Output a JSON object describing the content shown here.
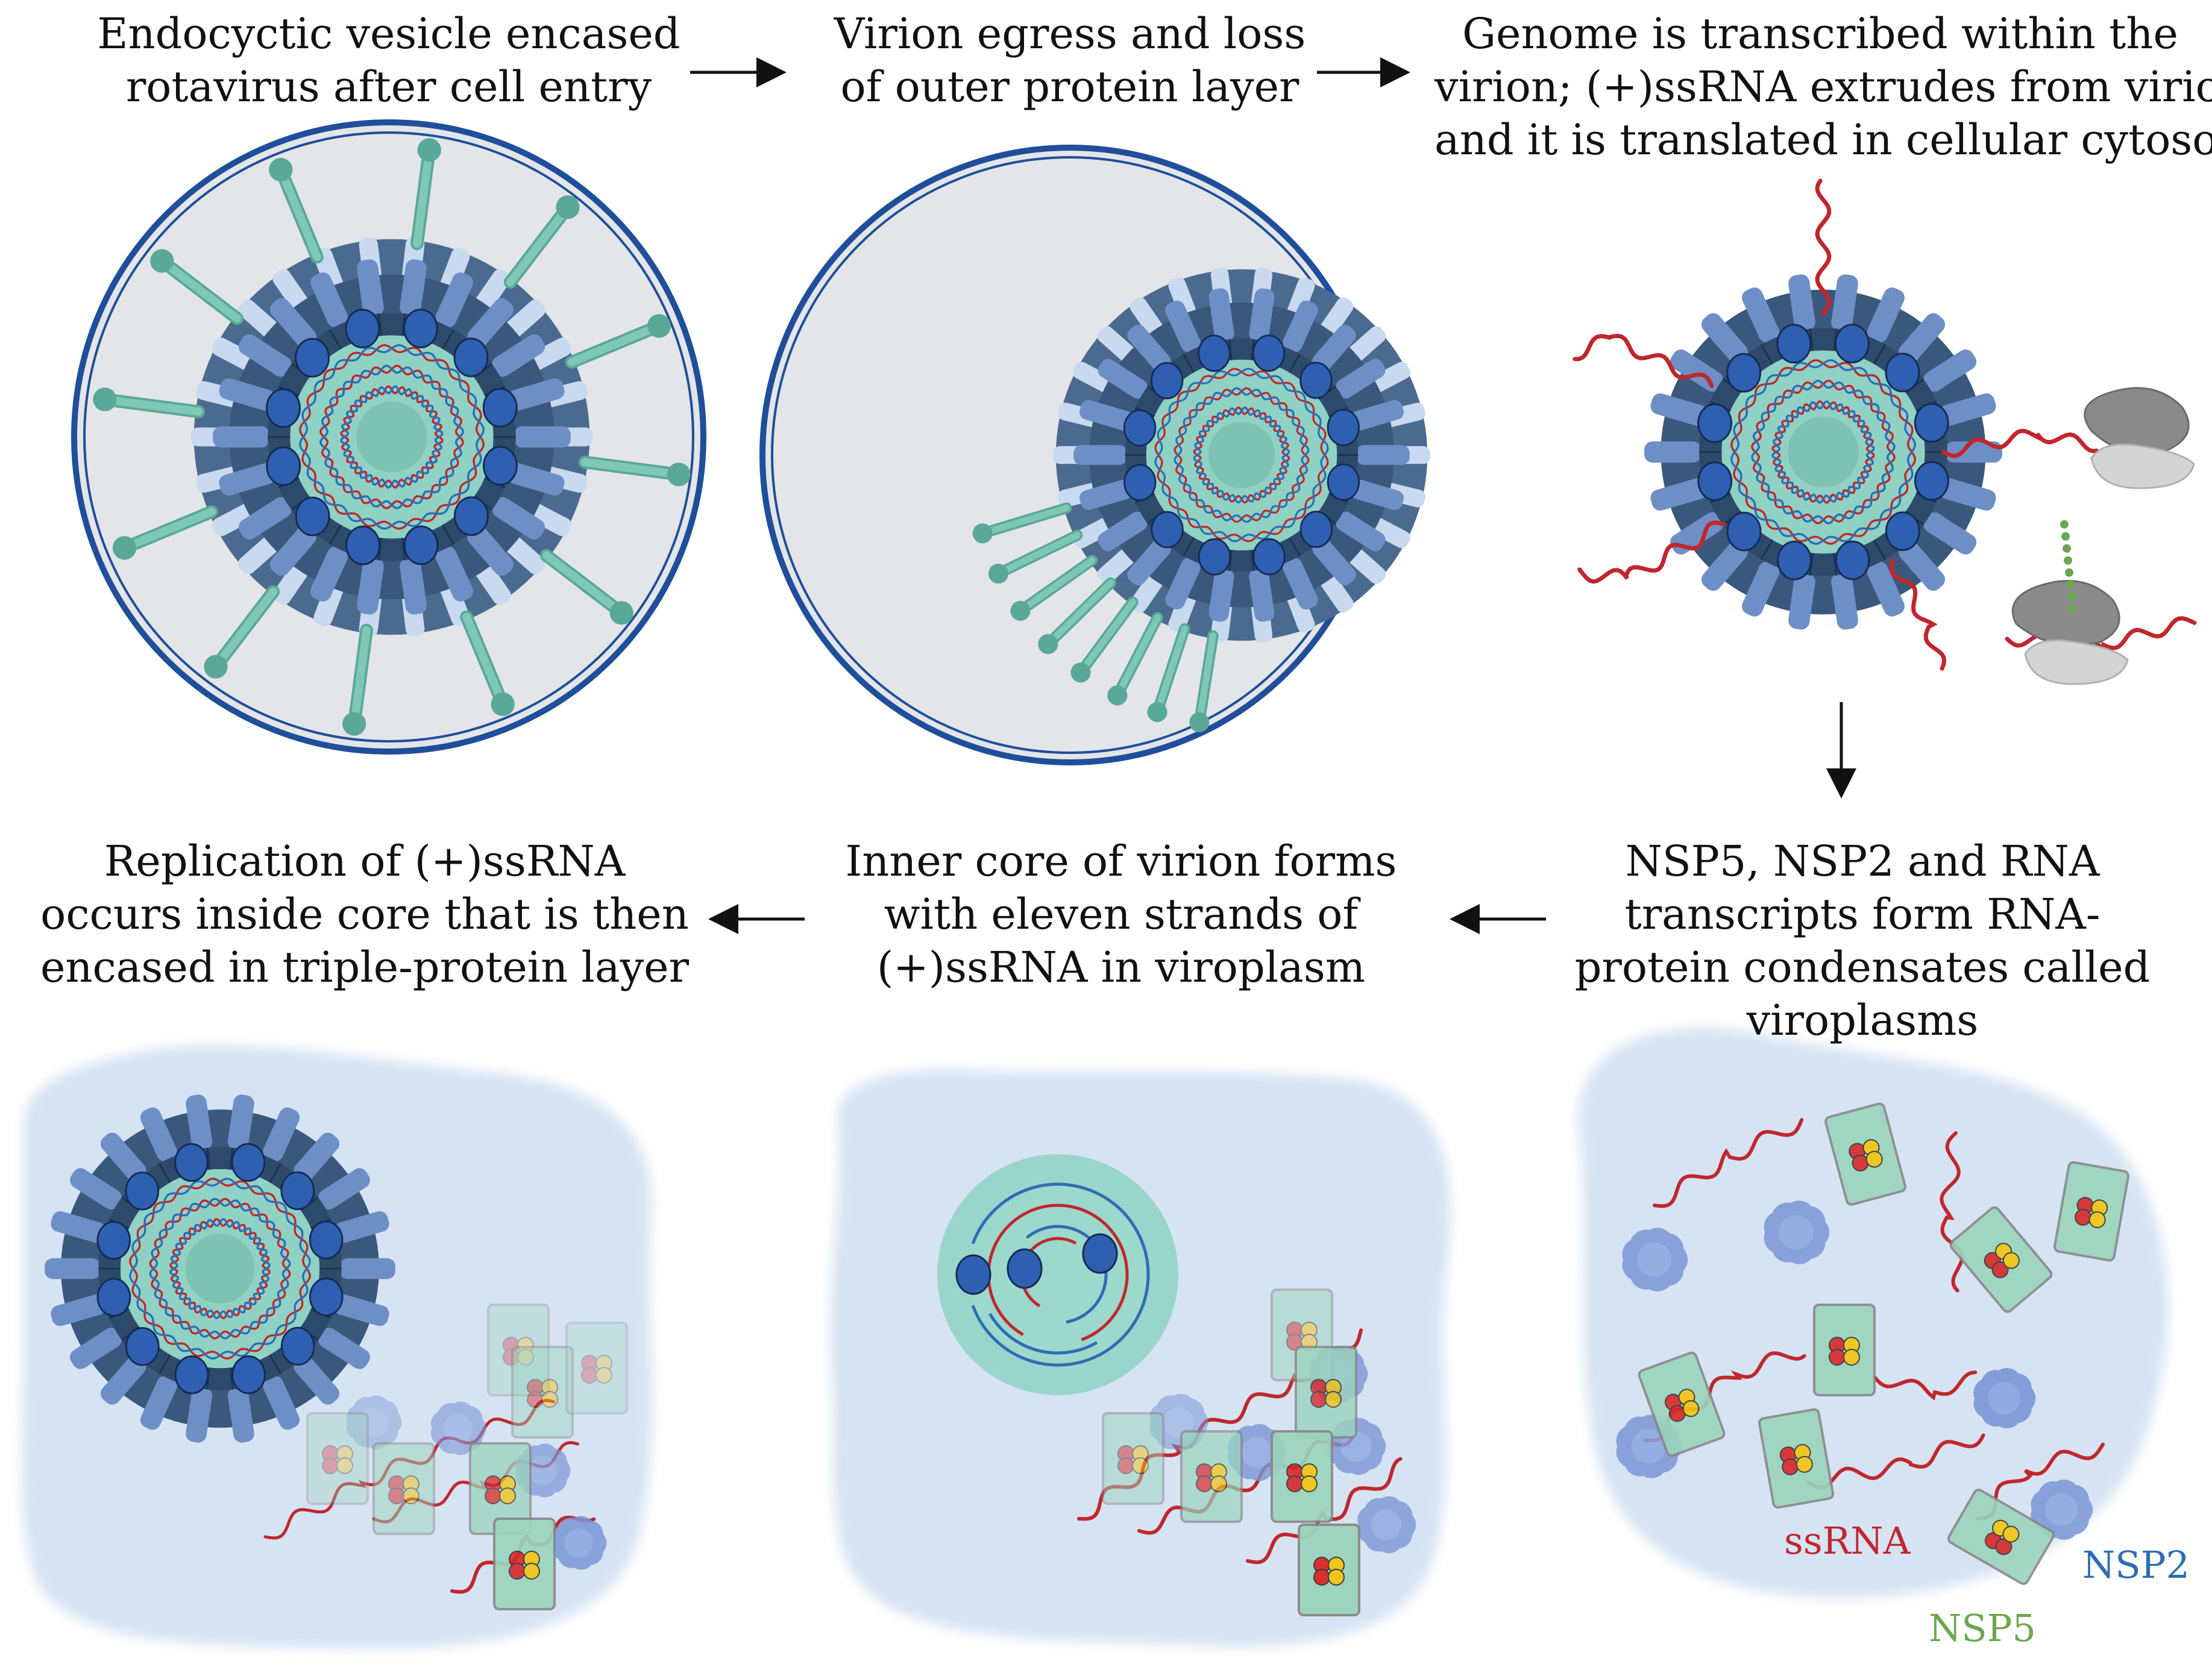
{
  "steps": [
    {
      "lines": [
        "Endocyctic vesicle encased",
        "rotavirus after cell entry"
      ]
    },
    {
      "lines": [
        "Virion egress and loss",
        "of outer protein layer"
      ]
    },
    {
      "lines": [
        "Genome is transcribed within the",
        "virion; (+)ssRNA extrudes from virion",
        "and it is translated in cellular cytosol"
      ]
    },
    {
      "lines": [
        "NSP5, NSP2 and RNA",
        "transcripts form RNA-",
        "protein condensates called",
        "viroplasms"
      ]
    },
    {
      "lines": [
        "Inner core of virion forms",
        "with eleven strands of",
        "(+)ssRNA in viroplasm"
      ]
    },
    {
      "lines": [
        "Replication of (+)ssRNA",
        "occurs inside core that is then",
        "encased in triple-protein layer"
      ]
    }
  ],
  "legend": {
    "ssrna": "ssRNA",
    "nsp2": "NSP2",
    "nsp5": "NSP5"
  },
  "colors": {
    "ssrna": "#c0272d",
    "nsp2": "#2d6db5",
    "nsp5": "#6aa84f",
    "vesicle_ring": "#1f4e9a",
    "viroplasm": "#d6e3f3",
    "core": "#8fd2c4",
    "inner_shell": "#2e4a6b",
    "vp6": "#6e8fc6",
    "vp7": "#c9daf0",
    "spike": "#7ec8b5",
    "ribosome": "#8a8a8a"
  }
}
